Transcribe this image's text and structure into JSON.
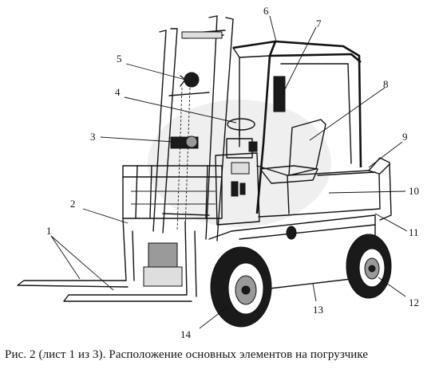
{
  "caption": "Рис. 2 (лист 1 из 3). Расположение основных элементов на погрузчике",
  "labels": [
    "1",
    "2",
    "3",
    "4",
    "5",
    "6",
    "7",
    "8",
    "9",
    "10",
    "11",
    "12",
    "13",
    "14"
  ]
}
